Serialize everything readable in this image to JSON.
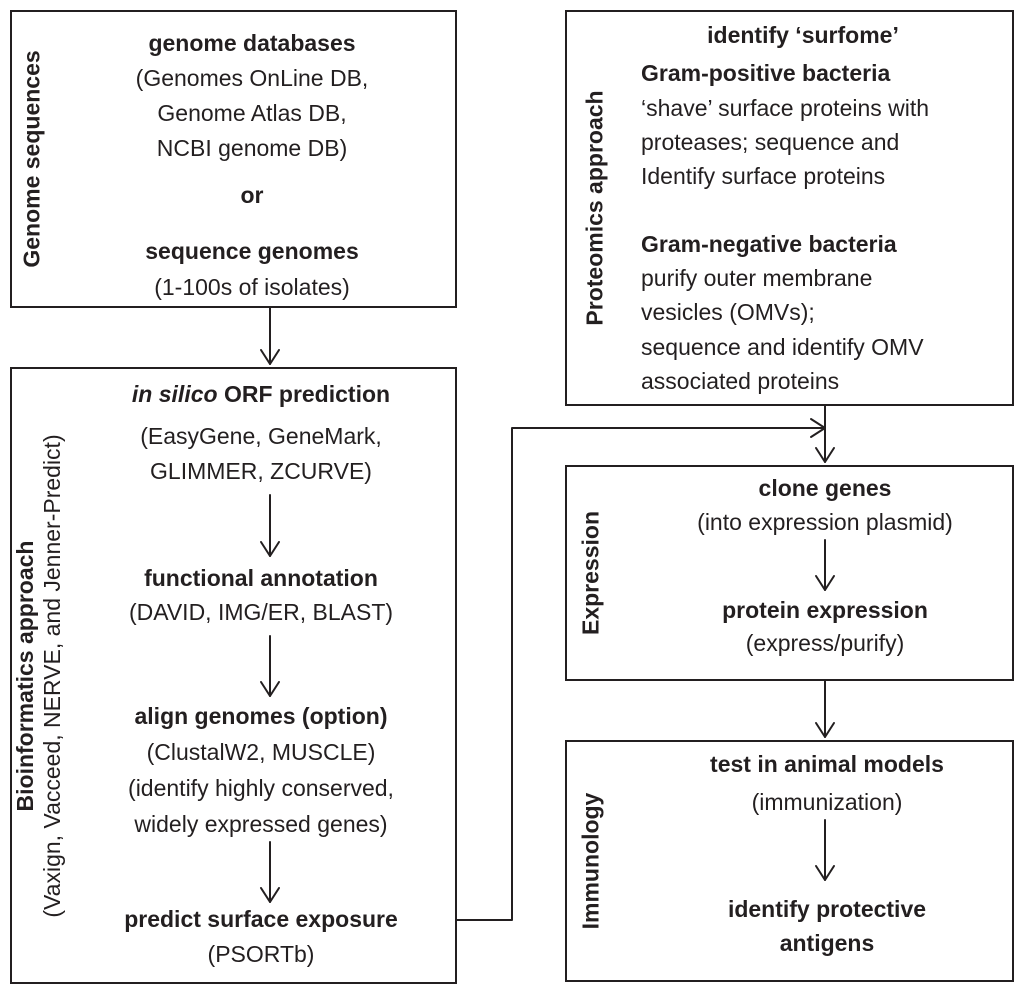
{
  "genome_box": {
    "side_label": "Genome sequences",
    "title": "genome databases",
    "db_lines": [
      "(Genomes OnLine DB,",
      "Genome Atlas DB,",
      "NCBI genome DB)"
    ],
    "or": "or",
    "sequence_title": "sequence genomes",
    "sequence_note": "(1-100s of isolates)"
  },
  "bioinformatics_box": {
    "side_label_1": "Bioinformatics approach",
    "side_label_2": "(Vaxign, Vacceed, NERVE, and Jenner-Predict)",
    "orf_italic": "in silico",
    "orf_title": " ORF prediction",
    "orf_tools": [
      "(EasyGene, GeneMark,",
      "GLIMMER, ZCURVE)"
    ],
    "func_title": "functional annotation",
    "func_tools": "(DAVID, IMG/ER, BLAST)",
    "align_title": "align genomes (option)",
    "align_lines": [
      "(ClustalW2, MUSCLE)",
      "(identify highly conserved,",
      "widely expressed genes)"
    ],
    "surface_title": "predict surface exposure",
    "surface_tools": "(PSORTb)"
  },
  "proteomics_box": {
    "side_label": "Proteomics approach",
    "title": "identify ‘surfome’",
    "gp_title": "Gram-positive bacteria",
    "gp_lines": [
      "‘shave’ surface proteins with",
      "proteases; sequence and",
      "Identify surface proteins"
    ],
    "gn_title": "Gram-negative bacteria",
    "gn_lines": [
      "purify outer membrane",
      "vesicles (OMVs);",
      "sequence and identify OMV",
      "associated proteins"
    ]
  },
  "expression_box": {
    "side_label": "Expression",
    "clone_title": "clone genes",
    "clone_note": "(into expression plasmid)",
    "protein_title": "protein expression",
    "protein_note": "(express/purify)"
  },
  "immunology_box": {
    "side_label": "Immunology",
    "test_title": "test in animal models",
    "test_note": "(immunization)",
    "identify_lines": [
      "identify protective",
      "antigens"
    ]
  },
  "colors": {
    "ink": "#231f20",
    "background": "#ffffff"
  }
}
